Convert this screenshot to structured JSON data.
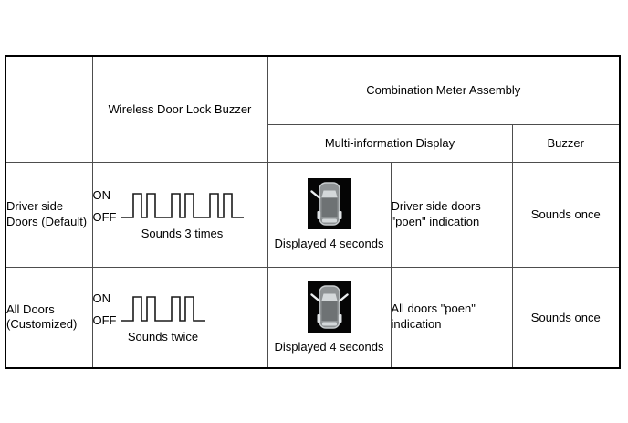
{
  "table": {
    "header": {
      "corner": "",
      "wireless_buzzer": "Wireless Door Lock Buzzer",
      "combination_meter": "Combination Meter Assembly",
      "multi_info_display": "Multi-information Display",
      "buzzer": "Buzzer"
    },
    "rows": [
      {
        "label": "Driver side Doors (Default)",
        "wave": {
          "on_label": "ON",
          "off_label": "OFF",
          "caption": "Sounds 3 times",
          "groups": 3,
          "pulses_per_group": 2
        },
        "display": {
          "icon": "car-driver-door-open-icon",
          "doors": "driver-side",
          "caption": "Displayed 4 seconds"
        },
        "indication": "Driver side doors \"poen\" indication",
        "buzzer": "Sounds once"
      },
      {
        "label": "All Doors (Customized)",
        "wave": {
          "on_label": "ON",
          "off_label": "OFF",
          "caption": "Sounds twice",
          "groups": 2,
          "pulses_per_group": 2
        },
        "display": {
          "icon": "car-all-doors-open-icon",
          "doors": "all",
          "caption": "Displayed 4 seconds"
        },
        "indication": "All doors \"poen\" indication",
        "buzzer": "Sounds once"
      }
    ],
    "colors": {
      "wave_stroke": "#1a1a1a",
      "icon_background": "#050505",
      "car_body": "#8e9294",
      "car_glass": "#d4d8da",
      "inner_border": "#4d4d4d",
      "outer_border": "#000000"
    }
  }
}
